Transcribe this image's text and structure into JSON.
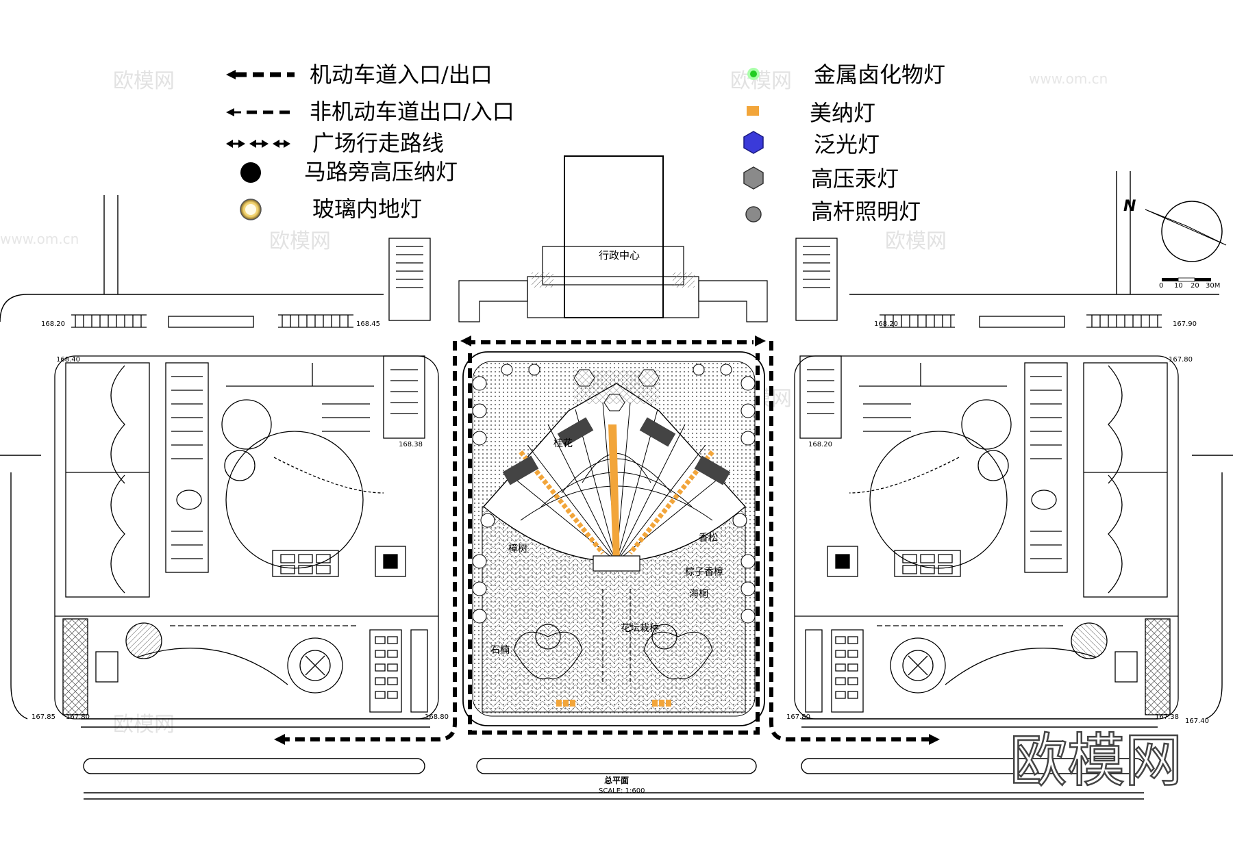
{
  "legend_left": [
    {
      "label": "机动车道入口/出口",
      "symbol": "dash-arrow-thick"
    },
    {
      "label": "非机动车道出口/入口",
      "symbol": "dash-arrow-double"
    },
    {
      "label": "广场行走路线",
      "symbol": "arrow-chain"
    },
    {
      "label": "马路旁高压纳灯",
      "symbol": "black-dot"
    },
    {
      "label": "玻璃内地灯",
      "symbol": "yellow-ring"
    }
  ],
  "legend_right": [
    {
      "label": "金属卤化物灯",
      "symbol": "green-dot"
    },
    {
      "label": "美纳灯",
      "symbol": "orange-square"
    },
    {
      "label": "泛光灯",
      "symbol": "blue-hexagon"
    },
    {
      "label": "高压汞灯",
      "symbol": "gray-hexagon"
    },
    {
      "label": "高杆照明灯",
      "symbol": "gray-dot"
    }
  ],
  "colors": {
    "green": "#22cc22",
    "orange": "#f2a53a",
    "blue": "#3a3ad9",
    "gray": "#8a8a8a"
  },
  "compass": {
    "north": "N",
    "scale_ticks": [
      "0",
      "10",
      "20",
      "30M"
    ]
  },
  "plan": {
    "center_building": "行政中心",
    "title": "总平面",
    "scale": "SCALE: 1:600",
    "plant_labels": [
      "桂花",
      "樟树",
      "香松",
      "棕子香樟",
      "海桐",
      "石楠",
      "花坛栽种"
    ],
    "elevations": [
      "168.20",
      "168.45",
      "168.20",
      "167.90",
      "168.40",
      "167.80",
      "168.38",
      "168.20",
      "167.85",
      "167.80",
      "168.80",
      "167.80",
      "167.38",
      "167.40"
    ]
  },
  "watermark": {
    "cn": "欧模网",
    "url": "www.om.cn",
    "brand": "欧模网"
  }
}
